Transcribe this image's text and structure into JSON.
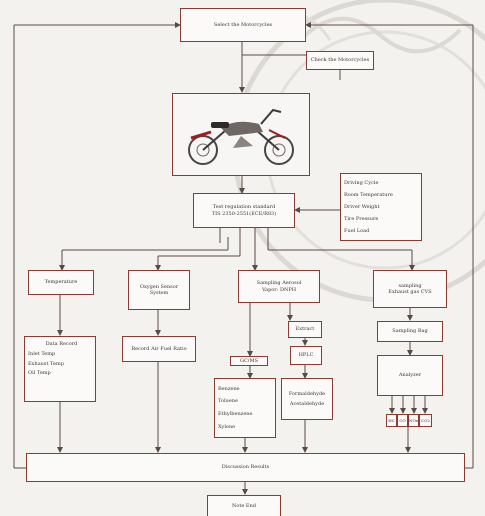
{
  "diagram": {
    "start": "Select the Motorcycles",
    "check": "Check the Motorcycles",
    "test_standard": [
      "Test regulation standard",
      "TIS 2350-2551(ECE/R83)"
    ],
    "conditions": [
      "Driving Cycle",
      "Room Temperature",
      "Driver Weight",
      "Tire Pressure",
      "Fuel Load"
    ],
    "branch_temperature": [
      "Temperature"
    ],
    "branch_oxygen": [
      "Oxygen Sensor",
      "System"
    ],
    "branch_sampling_vehicle": [
      "Sampling Aerosol",
      "Vapor: DNPH"
    ],
    "branch_exhaust": [
      "sampling",
      "Exhaust gas CVS"
    ],
    "data_record": [
      "Data Record",
      "Inlet Temp",
      "Exhaust Temp",
      "Oil Temp"
    ],
    "air_fuel": [
      "Record Air Fuel Ratio"
    ],
    "gcms": "GC/MS",
    "extract": "Extract",
    "hplc": "HPLC",
    "gcms_results": [
      "Benzene",
      "Toluene",
      "Ethylbenzene",
      "Xylene"
    ],
    "hplc_results": [
      "Formaldehyde",
      "Acetaldehyde"
    ],
    "sampling_bag": "Sampling Bag",
    "analyzer": "Analyzer",
    "gas_outputs": [
      "HC",
      "CO",
      "NOx",
      "CO2"
    ],
    "discussion": "Discussion Results",
    "end": "Note End"
  }
}
